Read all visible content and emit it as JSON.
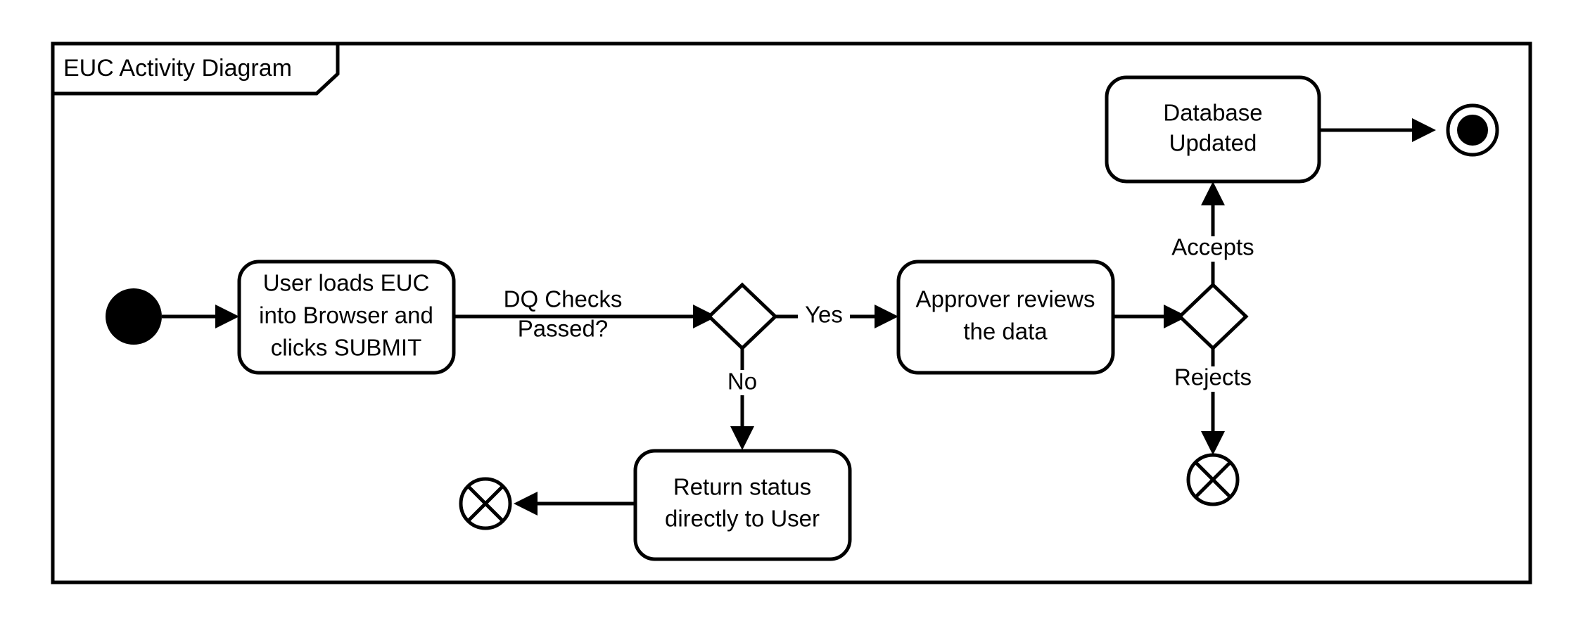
{
  "frame": {
    "title": "EUC Activity Diagram"
  },
  "chart_data": {
    "type": "diagram",
    "diagram_kind": "uml-activity-diagram",
    "title": "EUC Activity Diagram",
    "nodes": [
      {
        "id": "start",
        "kind": "initial-node",
        "label": ""
      },
      {
        "id": "submit",
        "kind": "action",
        "label": "User loads EUC into Browser and clicks SUBMIT",
        "lines": [
          "User loads EUC",
          "into Browser and",
          "clicks SUBMIT"
        ]
      },
      {
        "id": "dq-decision",
        "kind": "decision",
        "label": ""
      },
      {
        "id": "approver",
        "kind": "action",
        "label": "Approver reviews the data",
        "lines": [
          "Approver reviews",
          "the data"
        ]
      },
      {
        "id": "approve-decision",
        "kind": "decision",
        "label": ""
      },
      {
        "id": "db-updated",
        "kind": "action",
        "label": "Database Updated",
        "lines": [
          "Database",
          "Updated"
        ]
      },
      {
        "id": "end",
        "kind": "final-node",
        "label": ""
      },
      {
        "id": "return-status",
        "kind": "action",
        "label": "Return status directly to User",
        "lines": [
          "Return status",
          "directly to User"
        ]
      },
      {
        "id": "flow-final-dq",
        "kind": "flow-final-node",
        "label": ""
      },
      {
        "id": "flow-final-rej",
        "kind": "flow-final-node",
        "label": ""
      }
    ],
    "edges": [
      {
        "from": "start",
        "to": "submit",
        "label": ""
      },
      {
        "from": "submit",
        "to": "dq-decision",
        "label": "DQ Checks Passed?",
        "lines": [
          "DQ Checks",
          "Passed?"
        ]
      },
      {
        "from": "dq-decision",
        "to": "approver",
        "label": "Yes"
      },
      {
        "from": "dq-decision",
        "to": "return-status",
        "label": "No"
      },
      {
        "from": "return-status",
        "to": "flow-final-dq",
        "label": ""
      },
      {
        "from": "approver",
        "to": "approve-decision",
        "label": ""
      },
      {
        "from": "approve-decision",
        "to": "db-updated",
        "label": "Accepts"
      },
      {
        "from": "approve-decision",
        "to": "flow-final-rej",
        "label": "Rejects"
      },
      {
        "from": "db-updated",
        "to": "end",
        "label": ""
      }
    ]
  },
  "labels": {
    "submit_l1": "User loads EUC",
    "submit_l2": "into Browser and",
    "submit_l3": "clicks SUBMIT",
    "dq_l1": "DQ Checks",
    "dq_l2": "Passed?",
    "yes": "Yes",
    "no": "No",
    "approver_l1": "Approver reviews",
    "approver_l2": "the data",
    "accepts": "Accepts",
    "rejects": "Rejects",
    "db_l1": "Database",
    "db_l2": "Updated",
    "return_l1": "Return status",
    "return_l2": "directly to User"
  },
  "colors": {
    "stroke": "#000000",
    "fill": "#ffffff",
    "background": "#ffffff"
  }
}
